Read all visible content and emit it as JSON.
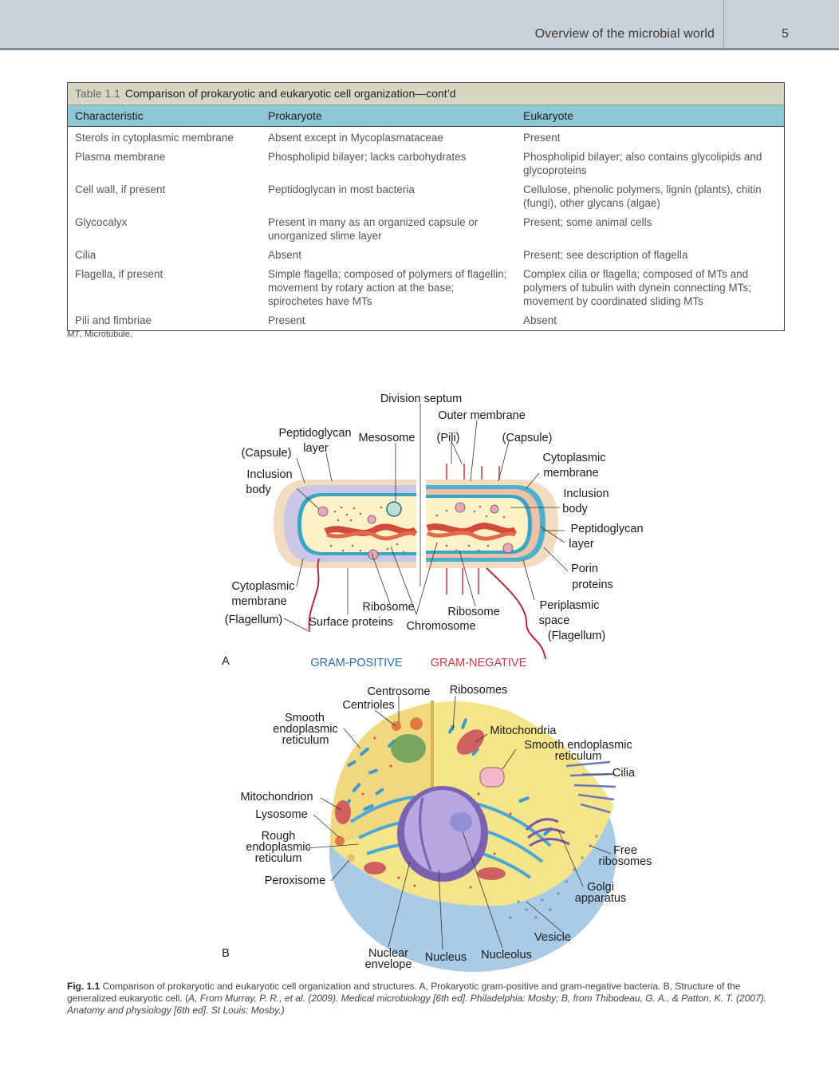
{
  "header": {
    "running_title": "Overview of the microbial world",
    "page_number": "5"
  },
  "table": {
    "label": "Table 1.1",
    "title": "Comparison of prokaryotic and eukaryotic cell organization—cont’d",
    "columns": [
      "Characteristic",
      "Prokaryote",
      "Eukaryote"
    ],
    "rows": [
      [
        "Sterols in cytoplasmic membrane",
        "Absent except in Mycoplasmataceae",
        "Present"
      ],
      [
        "Plasma membrane",
        "Phospholipid bilayer; lacks carbohydrates",
        "Phospholipid bilayer; also contains glycolipids and glycoproteins"
      ],
      [
        "Cell wall, if present",
        "Peptidoglycan in most bacteria",
        "Cellulose, phenolic polymers, lignin (plants), chitin (fungi), other glycans (algae)"
      ],
      [
        "Glycocalyx",
        "Present in many as an organized capsule or unorganized slime layer",
        "Present; some animal cells"
      ],
      [
        "Cilia",
        "Absent",
        "Present; see description of flagella"
      ],
      [
        "Flagella, if present",
        "Simple flagella; composed of polymers of flagellin; movement by rotary action at the base; spirochetes have MTs",
        "Complex cilia or flagella; composed of MTs and polymers of tubulin with dynein connecting MTs; movement by coordinated sliding MTs"
      ],
      [
        "Pili and fimbriae",
        "Present",
        "Absent"
      ]
    ],
    "footnote_abbr": "MT",
    "footnote_text": ", Microtubule."
  },
  "figure_a": {
    "panel": "A",
    "labels": {
      "division_septum": "Division septum",
      "outer_membrane": "Outer membrane",
      "peptidoglycan_layer_1": "Peptidoglycan",
      "peptidoglycan_layer_2": "layer",
      "mesosome": "Mesosome",
      "pili": "(Pili)",
      "capsule_right": "(Capsule)",
      "capsule_left": "(Capsule)",
      "cytoplasmic_membrane_right_1": "Cytoplasmic",
      "cytoplasmic_membrane_right_2": "membrane",
      "inclusion_body_left_1": "Inclusion",
      "inclusion_body_left_2": "body",
      "inclusion_body_right_1": "Inclusion",
      "inclusion_body_right_2": "body",
      "peptidoglycan_right_1": "Peptidoglycan",
      "peptidoglycan_right_2": "layer",
      "porin_1": "Porin",
      "porin_2": "proteins",
      "cytoplasmic_membrane_left_1": "Cytoplasmic",
      "cytoplasmic_membrane_left_2": "membrane",
      "ribosome_left": "Ribosome",
      "ribosome_right": "Ribosome",
      "periplasmic_1": "Periplasmic",
      "periplasmic_2": "space",
      "flagellum_left": "(Flagellum)",
      "surface_proteins": "Surface proteins",
      "chromosome": "Chromosome",
      "flagellum_right": "(Flagellum)",
      "gram_positive": "GRAM-POSITIVE",
      "gram_negative": "GRAM-NEGATIVE"
    }
  },
  "figure_b": {
    "panel": "B",
    "labels": {
      "centrosome": "Centrosome",
      "ribosomes": "Ribosomes",
      "centrioles": "Centrioles",
      "smooth_er_left_1": "Smooth",
      "smooth_er_left_2": "endoplasmic",
      "smooth_er_left_3": "reticulum",
      "mitochondria": "Mitochondria",
      "smooth_er_right_1": "Smooth endoplasmic",
      "smooth_er_right_2": "reticulum",
      "cilia": "Cilia",
      "mitochondrion": "Mitochondrion",
      "lysosome": "Lysosome",
      "rough_er_1": "Rough",
      "rough_er_2": "endoplasmic",
      "rough_er_3": "reticulum",
      "free_ribosomes_1": "Free",
      "free_ribosomes_2": "ribosomes",
      "peroxisome": "Peroxisome",
      "golgi_1": "Golgi",
      "golgi_2": "apparatus",
      "vesicle": "Vesicle",
      "nuclear_envelope_1": "Nuclear",
      "nuclear_envelope_2": "envelope",
      "nucleus": "Nucleus",
      "nucleolus": "Nucleolus"
    }
  },
  "caption": {
    "fig_number": "Fig. 1.1",
    "text": " Comparison of prokaryotic and eukaryotic cell organization and structures. A, Prokaryotic gram-positive and gram-negative bacteria. B, Structure of the generalized eukaryotic cell. (",
    "source": "A, From Murray, P. R., et al. (2009). Medical microbiology [6th ed]. Philadelphia: Mosby; B, from Thibodeau, G. A., & Patton, K. T. (2007). Anatomy and physiology [6th ed]. St Louis: Mosby.)"
  },
  "colors": {
    "header_bg": "#c9d2d9",
    "table_caption_bg": "#d8d6c2",
    "table_head_bg": "#8ec7d6",
    "gram_positive": "#2a6fa0",
    "gram_negative": "#c03a4a"
  }
}
